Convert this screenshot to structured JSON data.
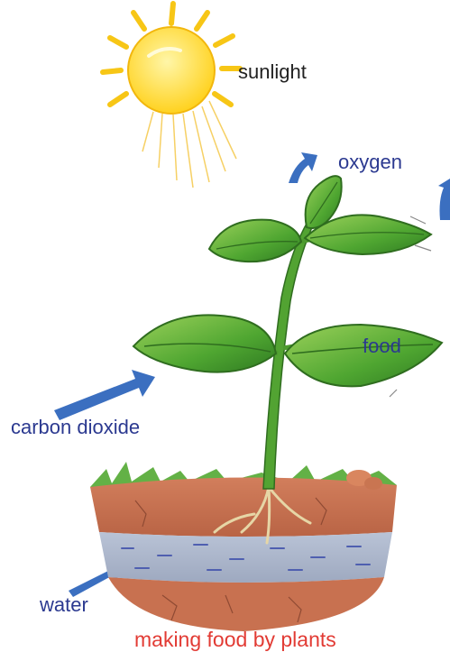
{
  "labels": {
    "sunlight": "sunlight",
    "oxygen": "oxygen",
    "food": "food",
    "carbon_dioxide": "carbon dioxide",
    "water": "water"
  },
  "caption": "making food by plants",
  "colors": {
    "label_dark": "#222222",
    "label_blue": "#2b3990",
    "caption_red": "#e23b34",
    "sun": "#ffe033",
    "sun_ray": "#f7c616",
    "leaf": "#4da22f",
    "leaf_dark": "#2f6d1f",
    "soil": "#c87150",
    "water": "#aab5cc",
    "arrow": "#3b6fc0"
  },
  "icons": [
    "sun-icon",
    "plant-icon",
    "arrow-icon"
  ]
}
